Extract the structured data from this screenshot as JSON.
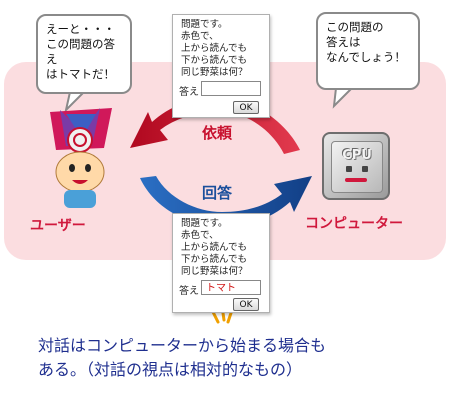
{
  "user_bubble": {
    "lines": [
      "えーと・・・",
      "この問題の答え",
      "はトマトだ！"
    ]
  },
  "computer_bubble": {
    "lines": [
      "この問題の",
      "答えは",
      "なんでしょう！"
    ]
  },
  "dialog_top": {
    "question_lines": [
      "問題です。",
      "赤色で、",
      "上から読んでも",
      "下から読んでも",
      "同じ野菜は何？"
    ],
    "answer_label": "答え",
    "answer_value": "",
    "ok_label": "OK"
  },
  "dialog_bottom": {
    "question_lines": [
      "問題です。",
      "赤色で、",
      "上から読んでも",
      "下から読んでも",
      "同じ野菜は何？"
    ],
    "answer_label": "答え",
    "answer_value": "トマト",
    "ok_label": "OK"
  },
  "labels": {
    "request": "依頼",
    "response": "回答",
    "user": "ユーザー",
    "computer": "コンピューター"
  },
  "cpu_text": "CPU",
  "caption": {
    "lines": [
      "対話はコンピューターから始まる場合も",
      "ある。（対話の視点は相対的なもの）"
    ]
  },
  "colors": {
    "request_arrow": "#c8102e",
    "response_arrow": "#1b4f9c",
    "panel": "#fbdde0",
    "label_red": "#d0183c"
  }
}
